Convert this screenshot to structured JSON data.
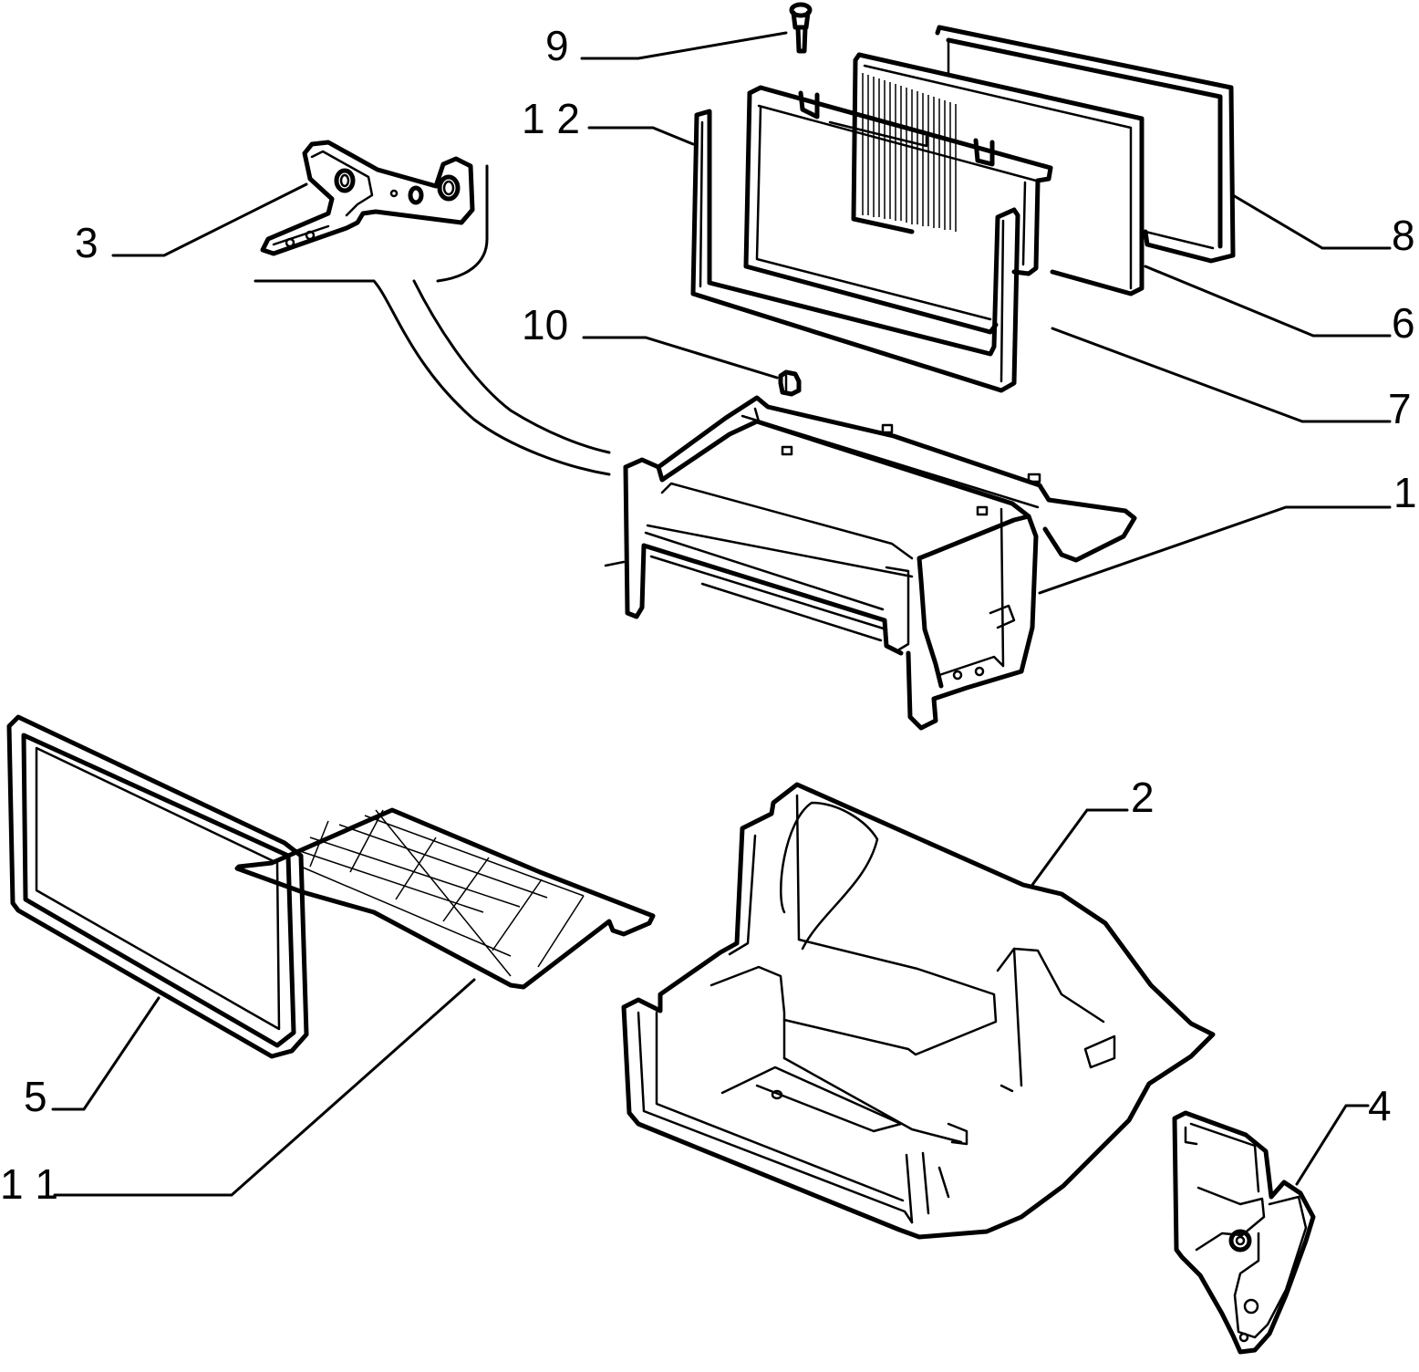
{
  "callouts": [
    {
      "id": "c1",
      "label": "1"
    },
    {
      "id": "c2",
      "label": "2"
    },
    {
      "id": "c3",
      "label": "3"
    },
    {
      "id": "c4",
      "label": "4"
    },
    {
      "id": "c5",
      "label": "5"
    },
    {
      "id": "c6",
      "label": "6"
    },
    {
      "id": "c7",
      "label": "7"
    },
    {
      "id": "c8",
      "label": "8"
    },
    {
      "id": "c9",
      "label": "9"
    },
    {
      "id": "c10",
      "label": "10"
    },
    {
      "id": "c11",
      "label": "1 1"
    },
    {
      "id": "c12",
      "label": "1 2"
    }
  ]
}
